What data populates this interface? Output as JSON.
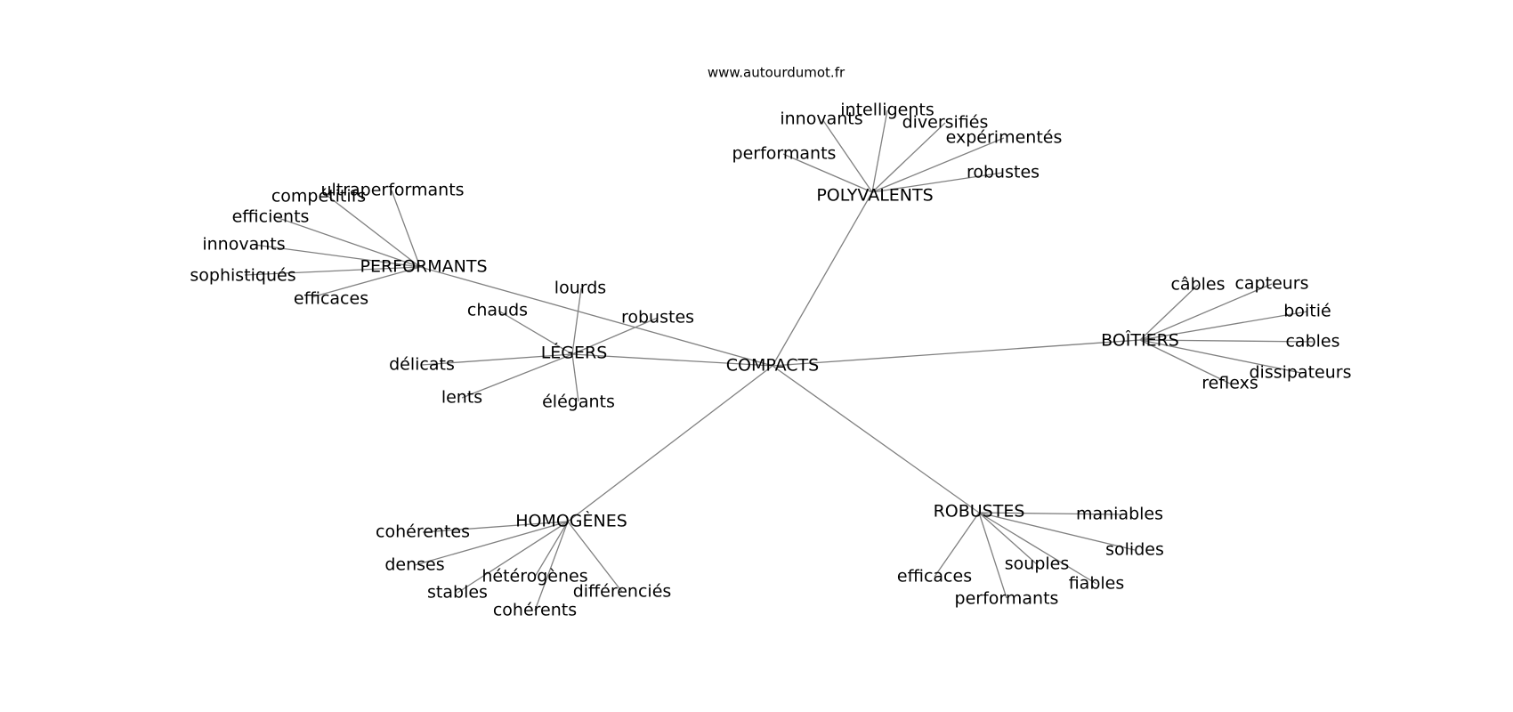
{
  "source": "www.autourdumot.fr",
  "center": {
    "id": "compacts",
    "label": "COMPACTS"
  },
  "clusters": [
    {
      "id": "performants",
      "label": "PERFORMANTS",
      "leaves": [
        {
          "id": "competitifs",
          "label": "compétitifs"
        },
        {
          "id": "ultraperformants",
          "label": "ultraperformants"
        },
        {
          "id": "efficients",
          "label": "efficients"
        },
        {
          "id": "innovants",
          "label": "innovants"
        },
        {
          "id": "sophistiques",
          "label": "sophistiqués"
        },
        {
          "id": "efficaces",
          "label": "efficaces"
        }
      ]
    },
    {
      "id": "legers",
      "label": "LÉGERS",
      "leaves": [
        {
          "id": "lourds",
          "label": "lourds"
        },
        {
          "id": "chauds",
          "label": "chauds"
        },
        {
          "id": "robustes",
          "label": "robustes"
        },
        {
          "id": "delicats",
          "label": "délicats"
        },
        {
          "id": "lents",
          "label": "lents"
        },
        {
          "id": "elegants",
          "label": "élégants"
        }
      ]
    },
    {
      "id": "polyvalents",
      "label": "POLYVALENTS",
      "leaves": [
        {
          "id": "intelligents",
          "label": "intelligents"
        },
        {
          "id": "innovants",
          "label": "innovants"
        },
        {
          "id": "diversifies",
          "label": "diversifiés"
        },
        {
          "id": "experimentes",
          "label": "expérimentés"
        },
        {
          "id": "performants",
          "label": "performants"
        },
        {
          "id": "robustes",
          "label": "robustes"
        }
      ]
    },
    {
      "id": "boitiers",
      "label": "BOÎTIERS",
      "leaves": [
        {
          "id": "cables-accent",
          "label": "câbles"
        },
        {
          "id": "capteurs",
          "label": "capteurs"
        },
        {
          "id": "boitie",
          "label": "boitié"
        },
        {
          "id": "cables",
          "label": "cables"
        },
        {
          "id": "dissipateurs",
          "label": "dissipateurs"
        },
        {
          "id": "reflexs",
          "label": "reflexs"
        }
      ]
    },
    {
      "id": "homogenes",
      "label": "HOMOGÈNES",
      "leaves": [
        {
          "id": "coherentes",
          "label": "cohérentes"
        },
        {
          "id": "denses",
          "label": "denses"
        },
        {
          "id": "heterogenes",
          "label": "hétérogènes"
        },
        {
          "id": "stables",
          "label": "stables"
        },
        {
          "id": "differencies",
          "label": "différenciés"
        },
        {
          "id": "coherents",
          "label": "cohérents"
        }
      ]
    },
    {
      "id": "robustes",
      "label": "ROBUSTES",
      "leaves": [
        {
          "id": "maniables",
          "label": "maniables"
        },
        {
          "id": "solides",
          "label": "solides"
        },
        {
          "id": "souples",
          "label": "souples"
        },
        {
          "id": "efficaces",
          "label": "efficaces"
        },
        {
          "id": "fiables",
          "label": "fiables"
        },
        {
          "id": "performants",
          "label": "performants"
        }
      ]
    }
  ]
}
